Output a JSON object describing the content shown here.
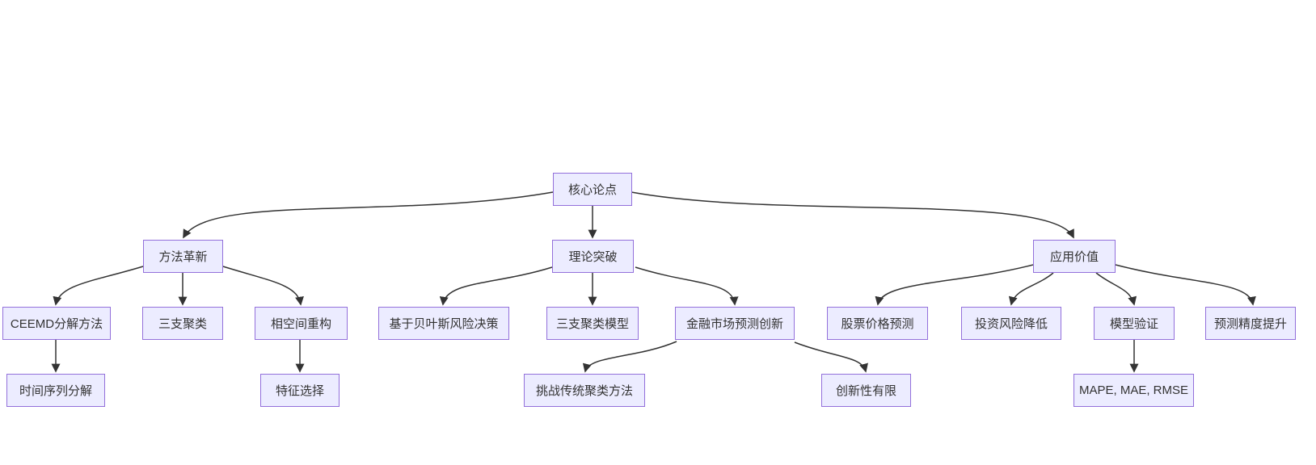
{
  "diagram": {
    "type": "flowchart",
    "direction": "top-down",
    "colors": {
      "background": "#ffffff",
      "node_fill": "#ECECFF",
      "node_border": "#9370DB",
      "edge": "#333333",
      "text": "#333333"
    },
    "nodes": [
      {
        "id": "core-thesis",
        "label": "核心论点",
        "level": 1
      },
      {
        "id": "method-innovation",
        "label": "方法革新",
        "level": 2
      },
      {
        "id": "theoretical-breakthrough",
        "label": "理论突破",
        "level": 2
      },
      {
        "id": "application-value",
        "label": "应用价值",
        "level": 2
      },
      {
        "id": "ceemd-decomposition",
        "label": "CEEMD分解方法",
        "level": 3
      },
      {
        "id": "three-way-clustering",
        "label": "三支聚类",
        "level": 3
      },
      {
        "id": "phase-space-reconstruction",
        "label": "相空间重构",
        "level": 3
      },
      {
        "id": "bayesian-risk-decision",
        "label": "基于贝叶斯风险决策",
        "level": 3
      },
      {
        "id": "three-way-clustering-model",
        "label": "三支聚类模型",
        "level": 3
      },
      {
        "id": "financial-market-forecast-innovation",
        "label": "金融市场预测创新",
        "level": 3
      },
      {
        "id": "stock-price-prediction",
        "label": "股票价格预测",
        "level": 3
      },
      {
        "id": "investment-risk-reduction",
        "label": "投资风险降低",
        "level": 3
      },
      {
        "id": "model-validation",
        "label": "模型验证",
        "level": 3
      },
      {
        "id": "forecast-accuracy-improvement",
        "label": "预测精度提升",
        "level": 3
      },
      {
        "id": "time-series-decomposition",
        "label": "时间序列分解",
        "level": 4
      },
      {
        "id": "feature-selection",
        "label": "特征选择",
        "level": 4
      },
      {
        "id": "challenge-traditional-clustering",
        "label": "挑战传统聚类方法",
        "level": 4
      },
      {
        "id": "limited-innovation",
        "label": "创新性有限",
        "level": 4
      },
      {
        "id": "evaluation-metrics",
        "label": "MAPE, MAE, RMSE",
        "level": 4
      }
    ],
    "edges": [
      {
        "from": "core-thesis",
        "to": "method-innovation"
      },
      {
        "from": "core-thesis",
        "to": "theoretical-breakthrough"
      },
      {
        "from": "core-thesis",
        "to": "application-value"
      },
      {
        "from": "method-innovation",
        "to": "ceemd-decomposition"
      },
      {
        "from": "method-innovation",
        "to": "three-way-clustering"
      },
      {
        "from": "method-innovation",
        "to": "phase-space-reconstruction"
      },
      {
        "from": "theoretical-breakthrough",
        "to": "bayesian-risk-decision"
      },
      {
        "from": "theoretical-breakthrough",
        "to": "three-way-clustering-model"
      },
      {
        "from": "theoretical-breakthrough",
        "to": "financial-market-forecast-innovation"
      },
      {
        "from": "application-value",
        "to": "stock-price-prediction"
      },
      {
        "from": "application-value",
        "to": "investment-risk-reduction"
      },
      {
        "from": "application-value",
        "to": "model-validation"
      },
      {
        "from": "application-value",
        "to": "forecast-accuracy-improvement"
      },
      {
        "from": "ceemd-decomposition",
        "to": "time-series-decomposition"
      },
      {
        "from": "phase-space-reconstruction",
        "to": "feature-selection"
      },
      {
        "from": "financial-market-forecast-innovation",
        "to": "challenge-traditional-clustering"
      },
      {
        "from": "financial-market-forecast-innovation",
        "to": "limited-innovation"
      },
      {
        "from": "model-validation",
        "to": "evaluation-metrics"
      }
    ]
  }
}
